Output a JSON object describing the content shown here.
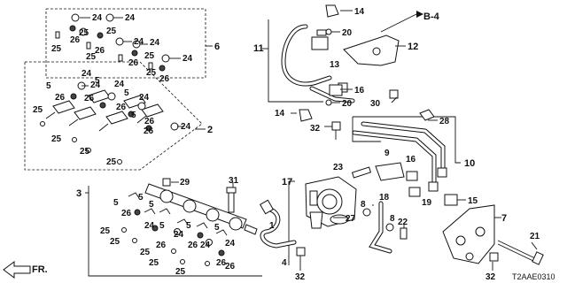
{
  "diagram": {
    "section_ref": "B-4",
    "drawing_code": "T2AAE0310",
    "front_label": "FR.",
    "callouts": {
      "c1": "1",
      "c2": "2",
      "c3": "3",
      "c4": "4",
      "c5": "5",
      "c6": "6",
      "c7": "7",
      "c8": "8",
      "c9": "9",
      "c10": "10",
      "c11": "11",
      "c12": "12",
      "c13": "13",
      "c14": "14",
      "c15": "15",
      "c16": "16",
      "c17": "17",
      "c18": "18",
      "c19": "19",
      "c20": "20",
      "c21": "21",
      "c22": "22",
      "c23": "23",
      "c24": "24",
      "c25": "25",
      "c26": "26",
      "c27": "27",
      "c28": "28",
      "c29": "29",
      "c30": "30",
      "c31": "31",
      "c32": "32"
    }
  }
}
